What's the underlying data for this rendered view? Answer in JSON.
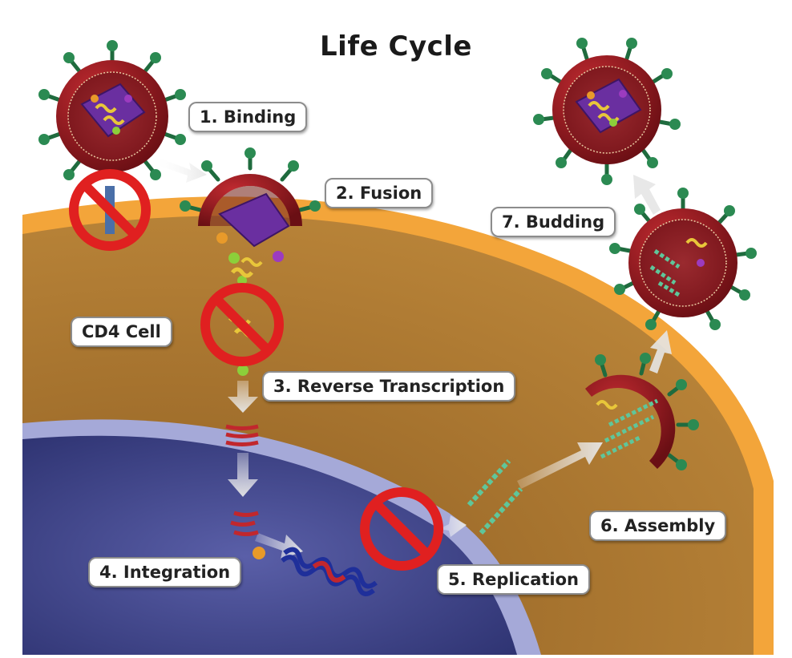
{
  "title": "Life Cycle",
  "labels": {
    "binding": "1. Binding",
    "fusion": "2. Fusion",
    "reverse_transcription": "3. Reverse Transcription",
    "integration": "4. Integration",
    "replication": "5. Replication",
    "assembly": "6. Assembly",
    "budding": "7. Budding",
    "cell": "CD4 Cell"
  },
  "colors": {
    "cell_membrane": "#f3a53a",
    "cytoplasm": "#b07a33",
    "nucleus": "#4a4f96",
    "nuclear_envelope": "#a5a9d8",
    "virus_shell": "#8d1c22",
    "spike": "#1f6b3e",
    "capsid": "#6a2fa0",
    "viral_rna": "#e8c63a",
    "viral_protein": "#5fc69a",
    "dna_host": "#1f2f9a",
    "dna_viral": "#c1272d",
    "inhibitor": "#e02020"
  },
  "icons": [
    "virus-icon",
    "arrow-icon",
    "no-entry-icon",
    "dna-helix-icon",
    "protein-strand-icon"
  ]
}
